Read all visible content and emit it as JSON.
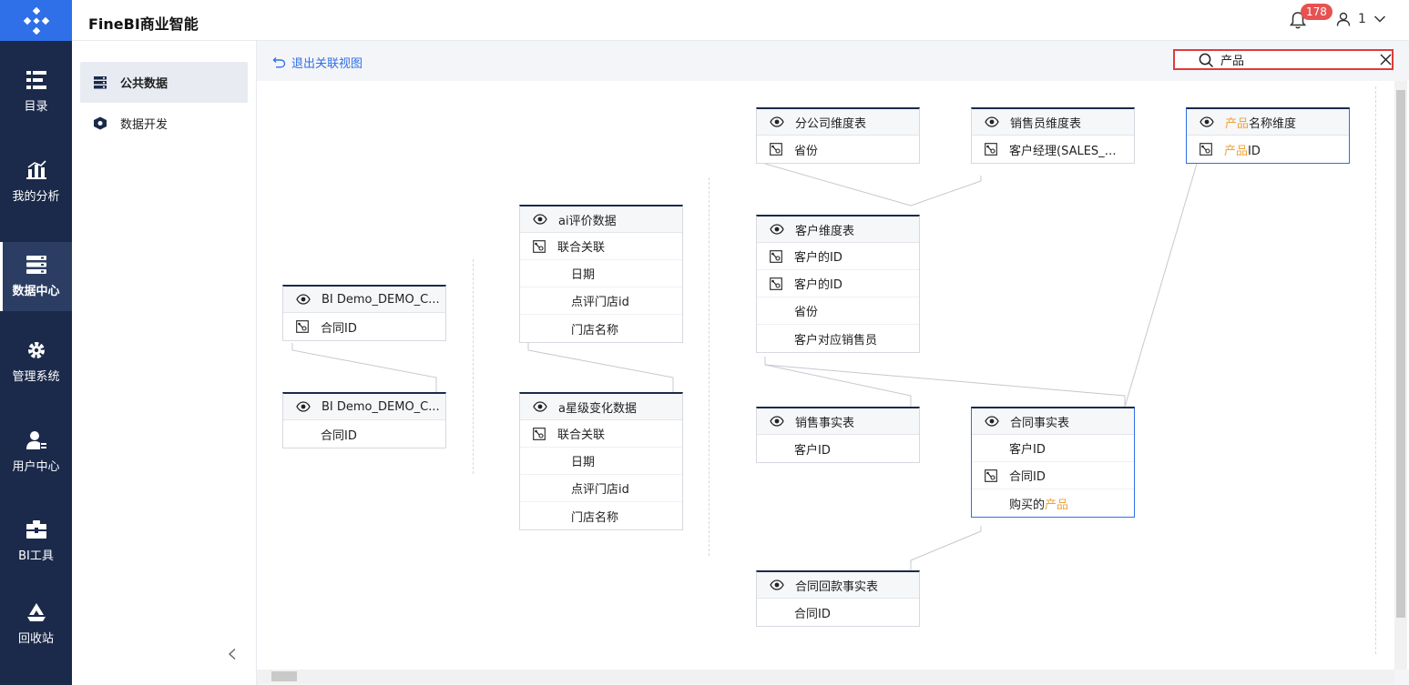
{
  "app": {
    "title": "FineBI商业智能"
  },
  "header": {
    "notification_count": "178",
    "user_name": "1"
  },
  "nav": {
    "items": [
      {
        "label": "目录",
        "icon": "catalog-icon"
      },
      {
        "label": "我的分析",
        "icon": "analysis-icon"
      },
      {
        "label": "数据中心",
        "icon": "data-center-icon",
        "active": true
      },
      {
        "label": "管理系统",
        "icon": "settings-gear-icon"
      },
      {
        "label": "用户中心",
        "icon": "user-center-icon"
      },
      {
        "label": "BI工具",
        "icon": "toolbox-icon"
      },
      {
        "label": "回收站",
        "icon": "recycle-icon"
      }
    ]
  },
  "subnav": {
    "items": [
      {
        "label": "公共数据",
        "icon": "public-data-icon",
        "active": true
      },
      {
        "label": "数据开发",
        "icon": "data-dev-icon"
      }
    ]
  },
  "toolbar": {
    "back_label": "退出关联视图"
  },
  "search": {
    "value": "产品"
  },
  "tables": [
    {
      "name": "分公司维度表",
      "fields": [
        {
          "label": "省份",
          "link": true
        }
      ]
    },
    {
      "name": "销售员维度表",
      "fields": [
        {
          "label": "客户经理(SALES_…",
          "link": true
        }
      ]
    },
    {
      "name_hit": "产品",
      "name_rest": "名称维度",
      "fields": [
        {
          "hit": "产品",
          "rest": "ID",
          "link": true
        }
      ]
    },
    {
      "name": "ai评价数据",
      "fields": [
        {
          "label": "联合关联",
          "link": true
        },
        {
          "label": "日期"
        },
        {
          "label": "点评门店id"
        },
        {
          "label": "门店名称"
        }
      ]
    },
    {
      "name": "客户维度表",
      "fields": [
        {
          "label": "客户的ID",
          "link": true
        },
        {
          "label": "客户的ID",
          "link": true
        },
        {
          "label": "省份"
        },
        {
          "label": "客户对应销售员"
        }
      ]
    },
    {
      "name": "BI Demo_DEMO_C...",
      "fields": [
        {
          "label": "合同ID",
          "link": true
        }
      ]
    },
    {
      "name": "BI Demo_DEMO_C...",
      "fields": [
        {
          "label": "合同ID"
        }
      ]
    },
    {
      "name": "a星级变化数据",
      "fields": [
        {
          "label": "联合关联",
          "link": true
        },
        {
          "label": "日期"
        },
        {
          "label": "点评门店id"
        },
        {
          "label": "门店名称"
        }
      ]
    },
    {
      "name": "销售事实表",
      "fields": [
        {
          "label": "客户ID"
        }
      ]
    },
    {
      "name": "合同事实表",
      "fields": [
        {
          "label": "客户ID"
        },
        {
          "label": "合同ID",
          "link": true
        },
        {
          "pre": "购买的",
          "hit": "产品"
        }
      ]
    },
    {
      "name": "合同回款事实表",
      "fields": [
        {
          "label": "合同ID"
        }
      ]
    }
  ],
  "colors": {
    "nav_bg": "#1b2a4a",
    "accent": "#2f6fe8",
    "highlight": "#f0a23a",
    "search_border": "#e03b3b",
    "badge": "#e65251"
  }
}
